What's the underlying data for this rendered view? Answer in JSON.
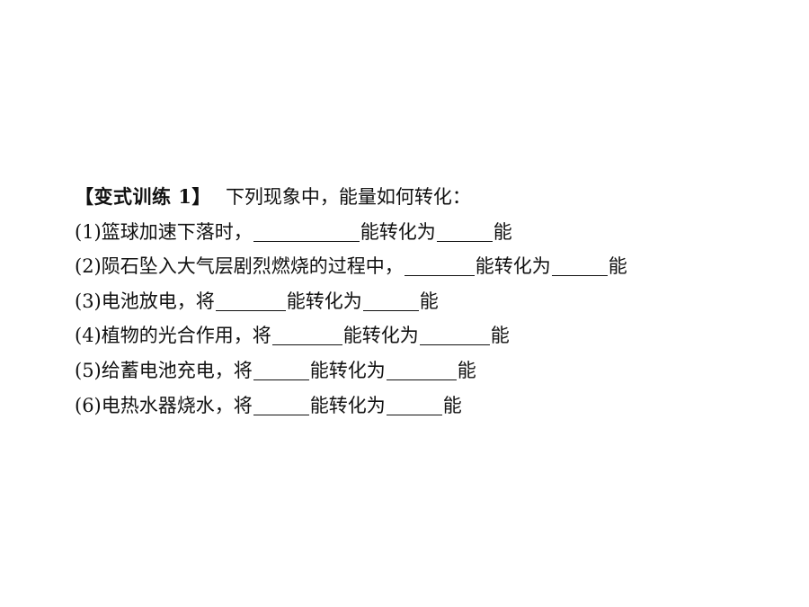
{
  "exercise": {
    "tag": "【变式训练 1】",
    "prompt": "下列现象中，能量如何转化："
  },
  "items": [
    {
      "prefix": "(1)篮球加速下落时，",
      "mid": "能转化为",
      "suffix": "能"
    },
    {
      "prefix": "(2)陨石坠入大气层剧烈燃烧的过程中，",
      "mid": "能转化为",
      "suffix": "能"
    },
    {
      "prefix": "(3)电池放电，将",
      "mid": "能转化为",
      "suffix": "能"
    },
    {
      "prefix": "(4)植物的光合作用，将",
      "mid": "能转化为",
      "suffix": "能"
    },
    {
      "prefix": "(5)给蓄电池充电，将",
      "mid": "能转化为",
      "suffix": "能"
    },
    {
      "prefix": "(6)电热水器烧水，将",
      "mid": "能转化为",
      "suffix": "能"
    }
  ]
}
